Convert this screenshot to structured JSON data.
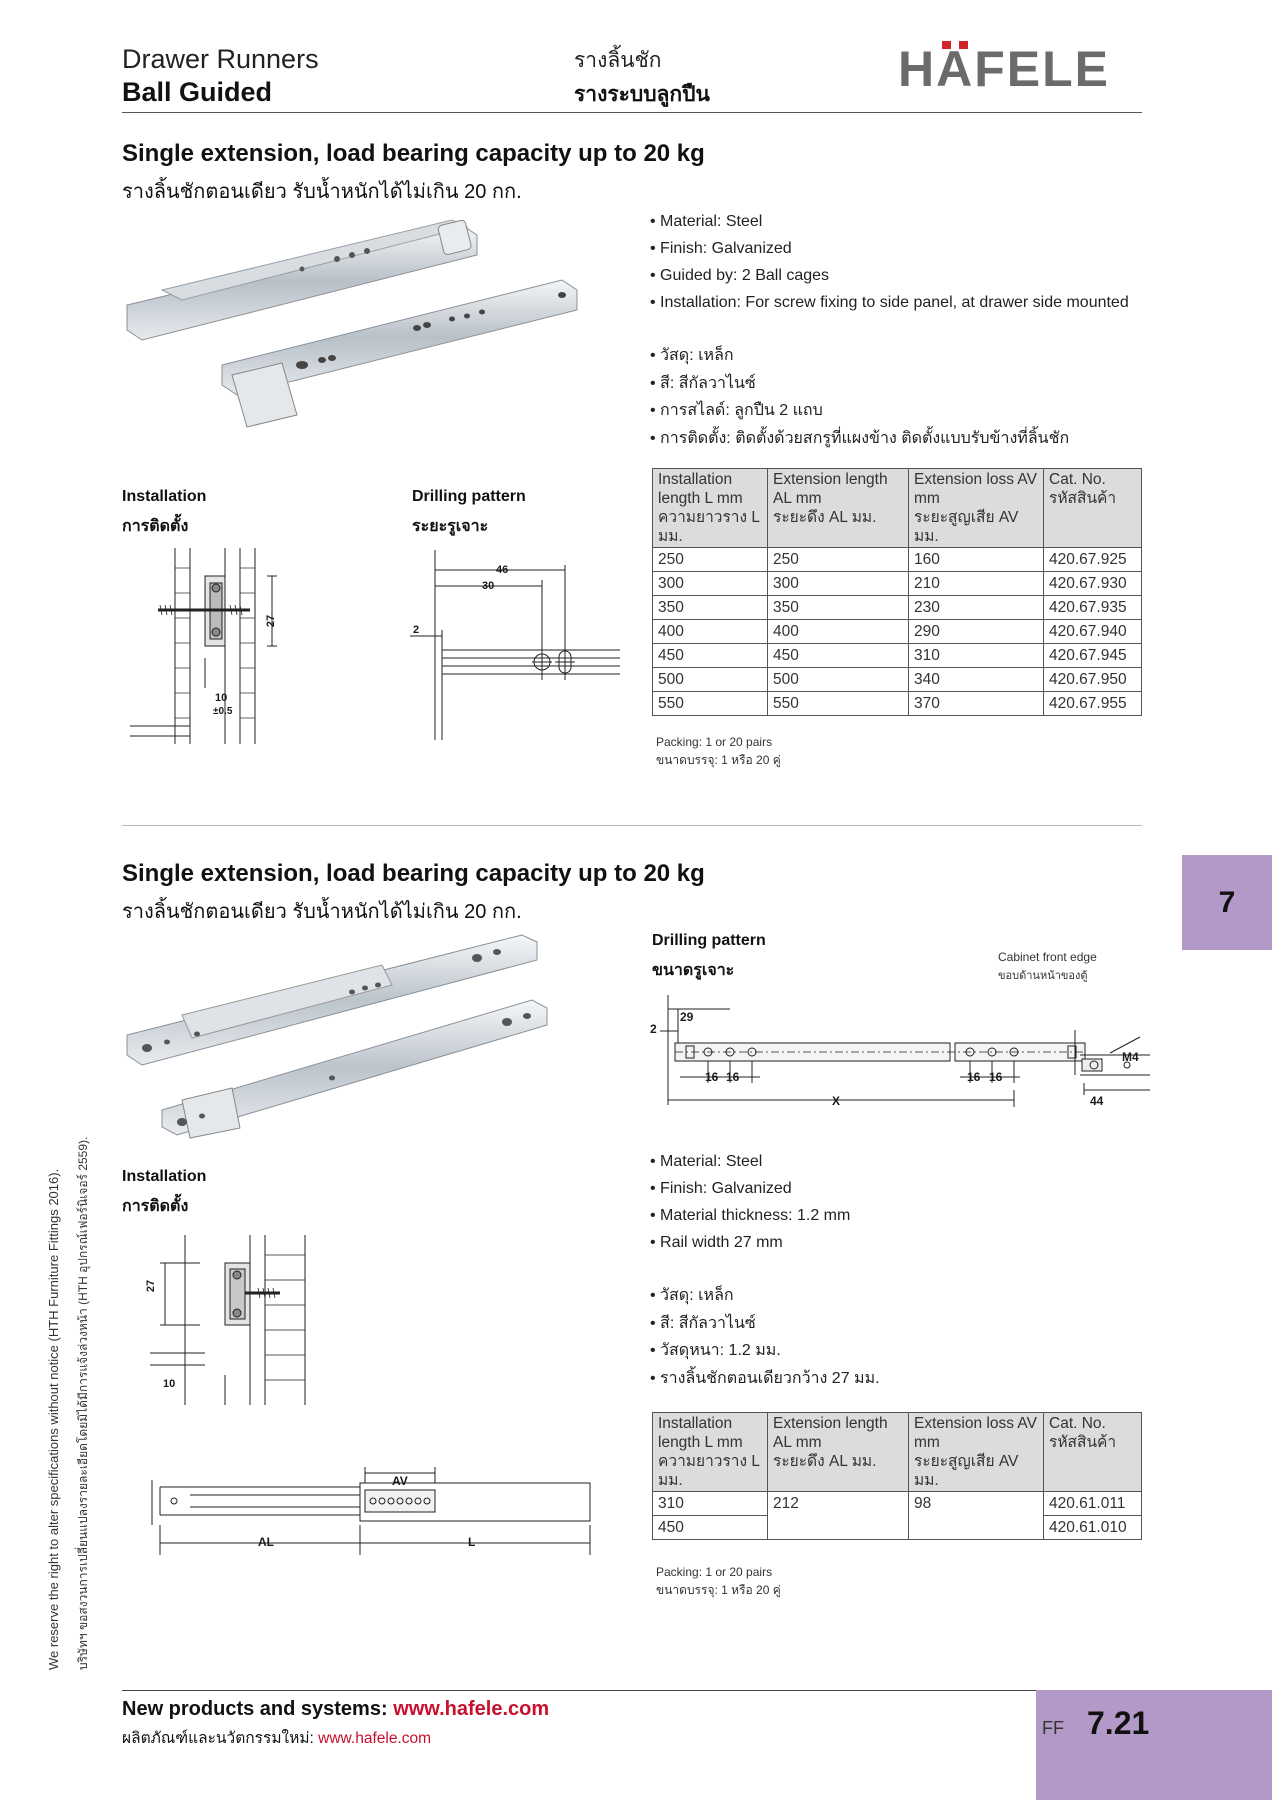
{
  "header": {
    "title_en": "Drawer Runners",
    "subtitle_en": "Ball Guided",
    "title_th": "รางลิ้นชัก",
    "subtitle_th": "รางระบบลูกปืน",
    "logo": "HÄFELE"
  },
  "tab_number": "7",
  "sections": [
    {
      "title_en": "Single extension, load bearing capacity up to 20 kg",
      "title_th": "รางลิ้นชักตอนเดียว รับน้ำหนักได้ไม่เกิน 20 กก.",
      "features_en": [
        "Material: Steel",
        "Finish: Galvanized",
        "Guided by: 2 Ball cages",
        "Installation: For screw fixing to side panel, at drawer side mounted"
      ],
      "features_th": [
        "วัสดุ: เหล็ก",
        "สี: สีกัลวาไนซ์",
        "การสไลด์: ลูกปืน 2 แถบ",
        "การติดตั้ง: ติดตั้งด้วยสกรูที่แผงข้าง ติดตั้งแบบรับข้างที่ลิ้นชัก"
      ],
      "installation_label_en": "Installation",
      "installation_label_th": "การติดตั้ง",
      "drilling_label_en": "Drilling pattern",
      "drilling_label_th": "ระยะรูเจาะ",
      "dims": {
        "d27": "27",
        "d10": "10",
        "tol": "±0.5",
        "d46": "46",
        "d30": "30",
        "d2": "2"
      },
      "table": {
        "headers": [
          {
            "en": "Installation length L mm",
            "th": "ความยาวราง L มม."
          },
          {
            "en": "Extension length AL mm",
            "th": "ระยะดึง AL มม."
          },
          {
            "en": "Extension loss AV mm",
            "th": "ระยะสูญเสีย AV มม."
          },
          {
            "en": "Cat. No.",
            "th": "รหัสสินค้า"
          }
        ],
        "rows": [
          [
            "250",
            "250",
            "160",
            "420.67.925"
          ],
          [
            "300",
            "300",
            "210",
            "420.67.930"
          ],
          [
            "350",
            "350",
            "230",
            "420.67.935"
          ],
          [
            "400",
            "400",
            "290",
            "420.67.940"
          ],
          [
            "450",
            "450",
            "310",
            "420.67.945"
          ],
          [
            "500",
            "500",
            "340",
            "420.67.950"
          ],
          [
            "550",
            "550",
            "370",
            "420.67.955"
          ]
        ]
      },
      "packing_en": "Packing: 1 or 20 pairs",
      "packing_th": "ขนาดบรรจุ: 1 หรือ 20 คู่"
    },
    {
      "title_en": "Single extension, load bearing capacity up to 20 kg",
      "title_th": "รางลิ้นชักตอนเดียว รับน้ำหนักได้ไม่เกิน 20 กก.",
      "features_en": [
        "Material: Steel",
        "Finish: Galvanized",
        "Material thickness: 1.2 mm",
        "Rail width 27 mm"
      ],
      "features_th": [
        "วัสดุ: เหล็ก",
        "สี: สีกัลวาไนซ์",
        "วัสดุหนา: 1.2 มม.",
        "รางลิ้นชักตอนเดียวกว้าง 27 มม."
      ],
      "installation_label_en": "Installation",
      "installation_label_th": "การติดตั้ง",
      "drilling_label_en": "Drilling pattern",
      "drilling_label_th": "ขนาดรูเจาะ",
      "cabinet_front_en": "Cabinet front edge",
      "cabinet_front_th": "ขอบด้านหน้าของตู้",
      "dims": {
        "d29": "29",
        "d2": "2",
        "d16": "16",
        "x": "X",
        "m4": "M4",
        "d44": "44",
        "d27": "27",
        "d10": "10",
        "av": "AV",
        "al": "AL",
        "l": "L"
      },
      "table": {
        "headers": [
          {
            "en": "Installation length L mm",
            "th": "ความยาวราง L มม."
          },
          {
            "en": "Extension length AL mm",
            "th": "ระยะดึง AL มม."
          },
          {
            "en": "Extension loss AV mm",
            "th": "ระยะสูญเสีย AV มม."
          },
          {
            "en": "Cat. No.",
            "th": "รหัสสินค้า"
          }
        ],
        "rows": [
          [
            "310",
            "212",
            "98",
            "420.61.011"
          ],
          [
            "450",
            "",
            "",
            "420.61.010"
          ]
        ]
      },
      "packing_en": "Packing: 1 or 20 pairs",
      "packing_th": "ขนาดบรรจุ: 1 หรือ 20 คู่"
    }
  ],
  "side_notes": {
    "en": "We reserve the right to alter specifications without notice (HTH Furniture Fittings 2016).",
    "th": "บริษัทฯ ขอสงวนการเปลี่ยนแปลงรายละเอียดโดยมิได้มีการแจ้งล่วงหน้า (HTH อุปกรณ์เฟอร์นิเจอร์ 2559)."
  },
  "footer": {
    "line1_prefix": "New products and systems: ",
    "line1_url": "www.hafele.com",
    "line2_prefix": "ผลิตภัณฑ์และนวัตกรรมใหม่: ",
    "line2_url": "www.hafele.com",
    "section_code": "FF",
    "page_number": "7.21"
  }
}
